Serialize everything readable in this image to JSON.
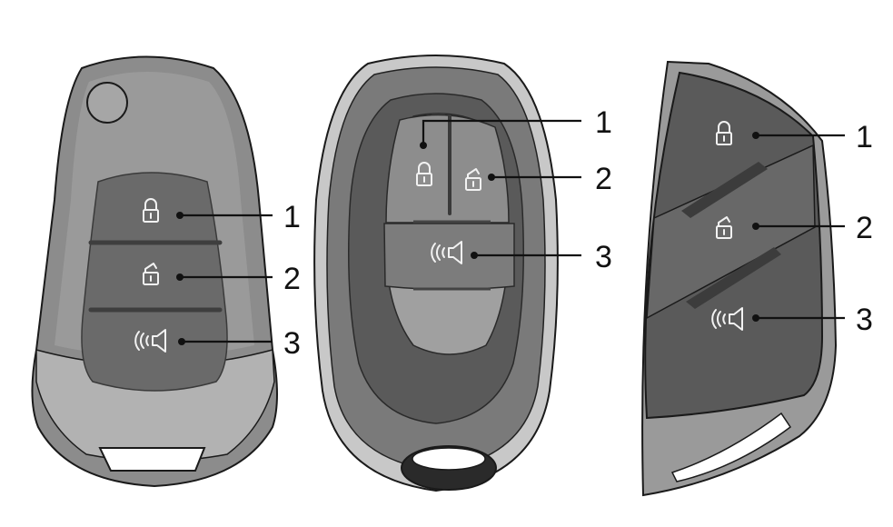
{
  "figure": {
    "keys": [
      {
        "id": "flip-key",
        "callouts": [
          "1",
          "2",
          "3"
        ],
        "buttons": [
          "lock-icon",
          "unlock-icon",
          "horn-icon"
        ]
      },
      {
        "id": "oval-smart-key",
        "callouts": [
          "1",
          "2",
          "3"
        ],
        "buttons": [
          "lock-icon",
          "unlock-icon",
          "horn-icon"
        ]
      },
      {
        "id": "blade-smart-key",
        "callouts": [
          "1",
          "2",
          "3"
        ],
        "buttons": [
          "lock-icon",
          "unlock-icon",
          "horn-icon"
        ]
      }
    ],
    "colors": {
      "body_dark": "#5c5c5c",
      "body_mid": "#8a8a8a",
      "body_light": "#b4b4b4",
      "outline": "#1a1a1a",
      "icon": "#f2f2f2"
    }
  }
}
